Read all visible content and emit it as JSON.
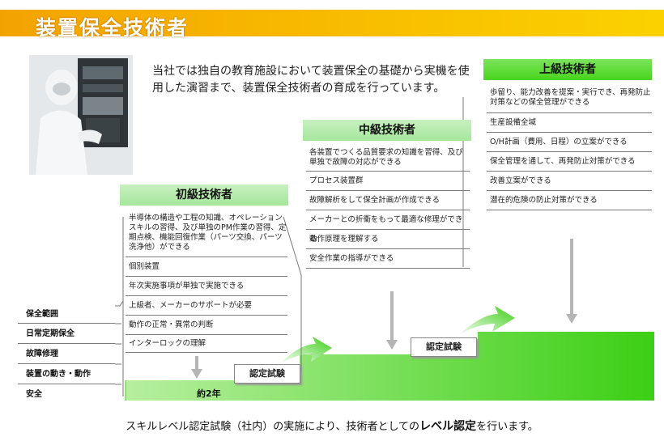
{
  "title": "装置保全技術者",
  "intro": "当社では独自の教育施設において装置保全の基礎から実機を使用した演習まで、装置保全技術者の育成を行っています。",
  "left_labels": [
    "保全範囲",
    "日常定期保全",
    "故障修理",
    "装置の動き・動作",
    "安全"
  ],
  "levels": {
    "beginner": {
      "title": "初級技術者",
      "items": [
        "半導体の構造や工程の知識、オペレーションスキルの習得、及び単独のPM作業の習得、定期点検、機能回復作業（パーツ交換、パーツ洗浄他）ができる",
        "個別装置",
        "年次実施事項が単独で実施できる",
        "上級者、メーカーのサポートが必要",
        "動作の正常・異常の判断",
        "インターロックの理解"
      ]
    },
    "intermediate": {
      "title": "中級技術者",
      "items": [
        "各装置でつくる品質要求の知識を習得、及び単独で故障の対応ができる",
        "プロセス装置群",
        "故障解析をして保全計画が作成できる",
        "メーカーとの折衝をもって最適な修理ができる",
        "動作原理を理解する",
        "安全作業の指導ができる"
      ]
    },
    "advanced": {
      "title": "上級技術者",
      "items": [
        "歩留り、能力改善を提案・実行でき、再発防止対策などの保全管理ができる",
        "生産設備全域",
        "O/H計画（費用、日程）の立案ができる",
        "保全管理を通して、再発防止対策ができる",
        "改善立案ができる",
        "潜在的危険の防止対策ができる"
      ]
    }
  },
  "exam_label": "認定試験",
  "duration": "約2年",
  "footer": {
    "pre": "スキルレベル認定試験（社内）の実施により、技術者としての",
    "bold": "レベル認定",
    "post": "を行います。"
  },
  "colors": {
    "title_bar": "#f7b400",
    "green_step": "#4cd62a",
    "header_light": "#a5e79c",
    "header_dark": "#48d41c"
  }
}
